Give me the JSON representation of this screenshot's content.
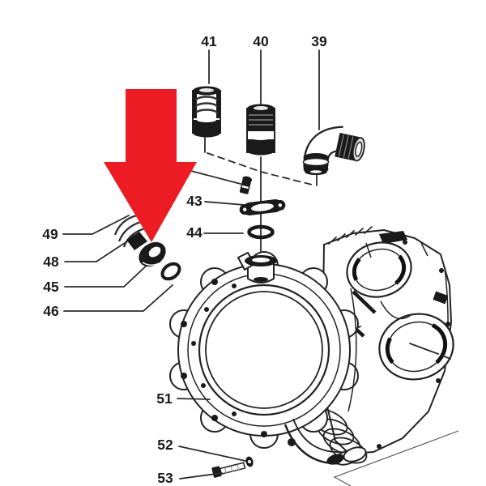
{
  "diagram": {
    "background": "#ffffff",
    "line_color": "#2b2b2b",
    "arrow_color": "#ed1c24"
  },
  "callouts": {
    "c39": "39",
    "c40": "40",
    "c41": "41",
    "c43": "43",
    "c44": "44",
    "c45": "45",
    "c46": "46",
    "c48": "48",
    "c49": "49",
    "c51": "51",
    "c52": "52",
    "c53": "53"
  }
}
